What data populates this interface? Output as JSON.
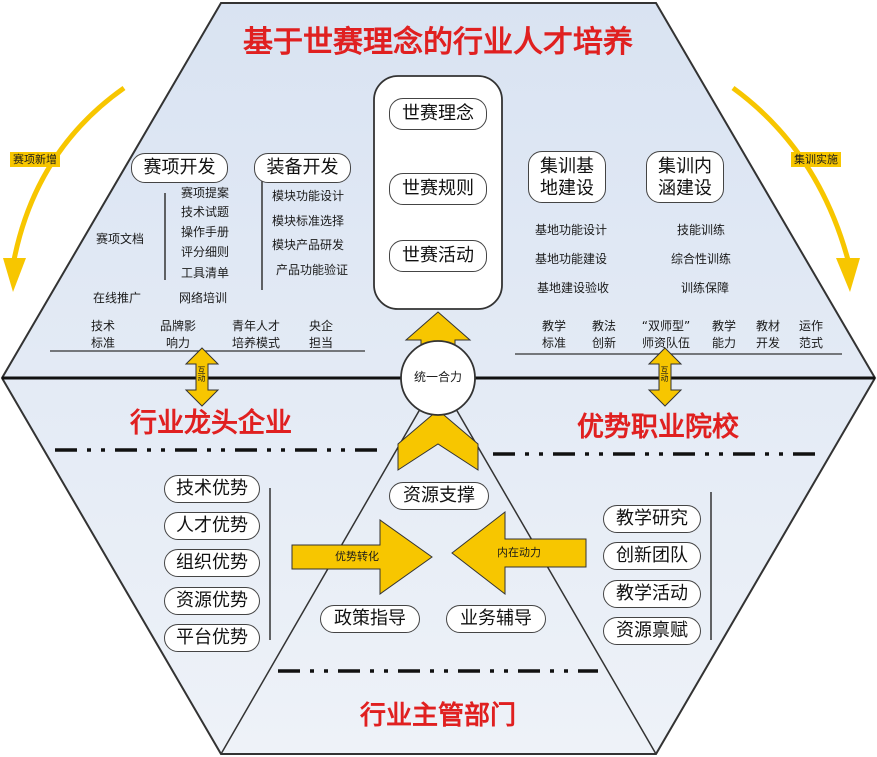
{
  "title_top": "基于世赛理念的行业人才培养",
  "titles": {
    "enterprise": "行业龙头企业",
    "college": "优势职业院校",
    "department": "行业主管部门"
  },
  "center_box": [
    "世赛理念",
    "世赛规则",
    "世赛活动"
  ],
  "center_circle": "统一合力",
  "left_arrow_label": "赛项新增",
  "right_arrow_label": "集训实施",
  "left_top": {
    "heading1": "赛项开发",
    "heading2": "装备开发",
    "doc_label": "赛项文档",
    "doc_items": [
      "赛项提案",
      "技术试题",
      "操作手册",
      "评分细则",
      "工具清单"
    ],
    "equip_items": [
      "模块功能设计",
      "模块标准选择",
      "模块产品研发",
      "产品功能验证"
    ],
    "online": "在线推广",
    "network": "网络培训",
    "bottom_row": [
      [
        "技术",
        "标准"
      ],
      [
        "品牌影",
        "响力"
      ],
      [
        "青年人才",
        "培养模式"
      ],
      [
        "央企",
        "担当"
      ]
    ]
  },
  "right_top": {
    "heading1": [
      "集训基",
      "地建设"
    ],
    "heading2": [
      "集训内",
      "涵建设"
    ],
    "base_items": [
      "基地功能设计",
      "基地功能建设",
      "基地建设验收"
    ],
    "inner_items": [
      "技能训练",
      "综合性训练",
      "训练保障"
    ],
    "bottom_row": [
      [
        "教学",
        "标准"
      ],
      [
        "教法",
        "创新"
      ],
      [
        "“双师型”",
        "师资队伍"
      ],
      [
        "教学",
        "能力"
      ],
      [
        "教材",
        "开发"
      ],
      [
        "运作",
        "范式"
      ]
    ]
  },
  "small_arrow_labels": {
    "left": "互动",
    "right": "互动"
  },
  "enterprise_pills": [
    "技术优势",
    "人才优势",
    "组织优势",
    "资源优势",
    "平台优势"
  ],
  "college_pills": [
    "教学研究",
    "创新团队",
    "教学活动",
    "资源禀赋"
  ],
  "bottom": {
    "support": "资源支撑",
    "policy": "政策指导",
    "business": "业务辅导",
    "advantage_arrow": "优势转化",
    "motive_arrow": "内在动力"
  },
  "colors": {
    "title_red": "#e02020",
    "arrow_yellow": "#f7c600",
    "hex_fill": "#dde6f3",
    "outline": "#333333"
  }
}
